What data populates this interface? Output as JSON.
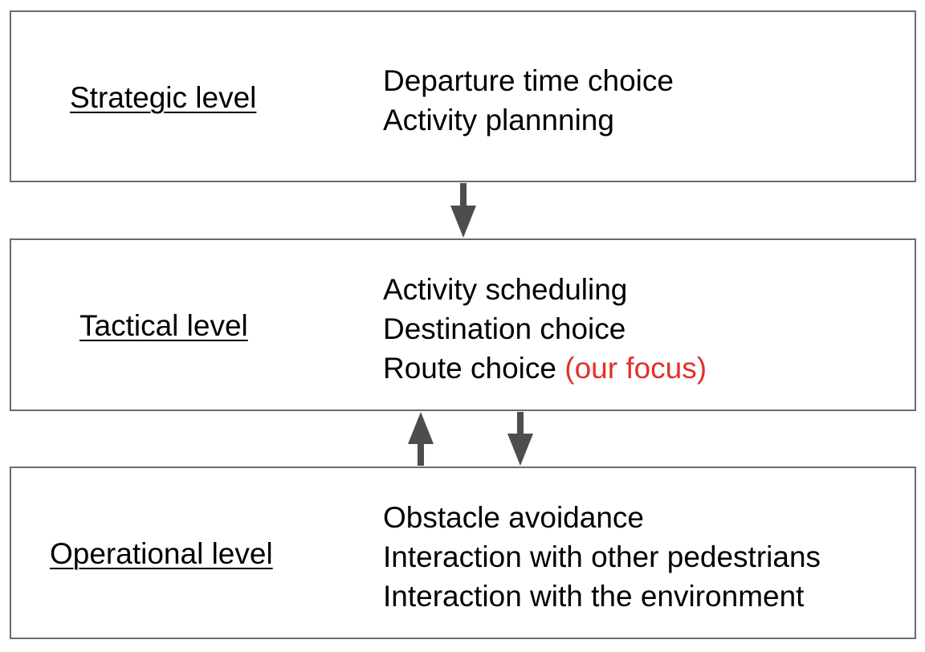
{
  "levels": [
    {
      "title": "Strategic level",
      "items": [
        "Departure time choice",
        "Activity plannning"
      ]
    },
    {
      "title": "Tactical level",
      "items": [
        "Activity scheduling",
        "Destination choice",
        "Route choice"
      ],
      "focus_note": "(our focus)"
    },
    {
      "title": "Operational level",
      "items": [
        "Obstacle avoidance",
        "Interaction with other pedestrians",
        "Interaction with the environment"
      ]
    }
  ],
  "colors": {
    "border": "#6b6b6b",
    "arrow": "#4d4d4d",
    "focus": "#e0312a",
    "text": "#000000"
  },
  "arrows": [
    {
      "from": "Strategic level",
      "to": "Tactical level"
    },
    {
      "from": "Operational level",
      "to": "Tactical level"
    },
    {
      "from": "Tactical level",
      "to": "Operational level"
    }
  ]
}
